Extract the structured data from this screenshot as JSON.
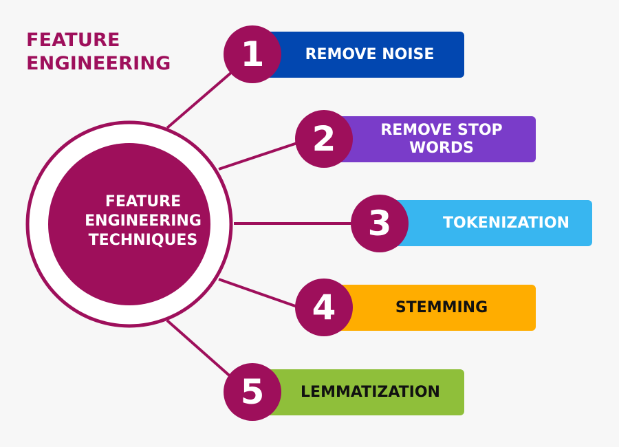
{
  "title": {
    "line1": "FEATURE",
    "line2": "ENGINEERING"
  },
  "center": {
    "line1": "FEATURE",
    "line2": "ENGINEERING",
    "line3": "TECHNIQUES"
  },
  "steps": [
    {
      "number": "1",
      "lines": [
        "REMOVE NOISE"
      ],
      "color": "#0247b0",
      "text_color": "#ffffff"
    },
    {
      "number": "2",
      "lines": [
        "REMOVE STOP",
        "WORDS"
      ],
      "color": "#7a3cc9",
      "text_color": "#ffffff"
    },
    {
      "number": "3",
      "lines": [
        "TOKENIZATION"
      ],
      "color": "#38b6f0",
      "text_color": "#ffffff"
    },
    {
      "number": "4",
      "lines": [
        "STEMMING"
      ],
      "color": "#ffad00",
      "text_color": "#111111"
    },
    {
      "number": "5",
      "lines": [
        "LEMMATIZATION"
      ],
      "color": "#8fbf3a",
      "text_color": "#111111"
    }
  ],
  "colors": {
    "accent": "#9e0f5b",
    "background": "#f7f7f7"
  }
}
